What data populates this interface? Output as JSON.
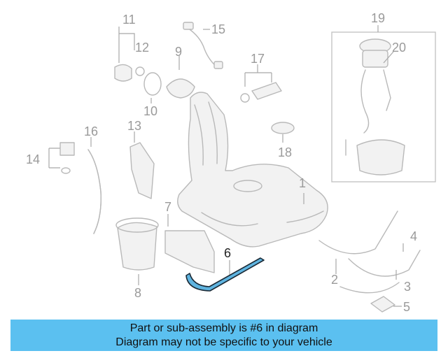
{
  "diagram": {
    "callouts": [
      "1",
      "2",
      "3",
      "4",
      "5",
      "6",
      "7",
      "8",
      "9",
      "10",
      "11",
      "12",
      "13",
      "14",
      "15",
      "16",
      "17",
      "18",
      "19",
      "20"
    ],
    "highlighted_part": "6",
    "colors": {
      "highlight": "#5fb4e0",
      "banner": "#5bc0f0",
      "lines": "#b9b9b9"
    }
  },
  "banner": {
    "line1": "Part or sub-assembly is #6 in diagram",
    "line2": "Diagram may not be specific to your vehicle"
  }
}
